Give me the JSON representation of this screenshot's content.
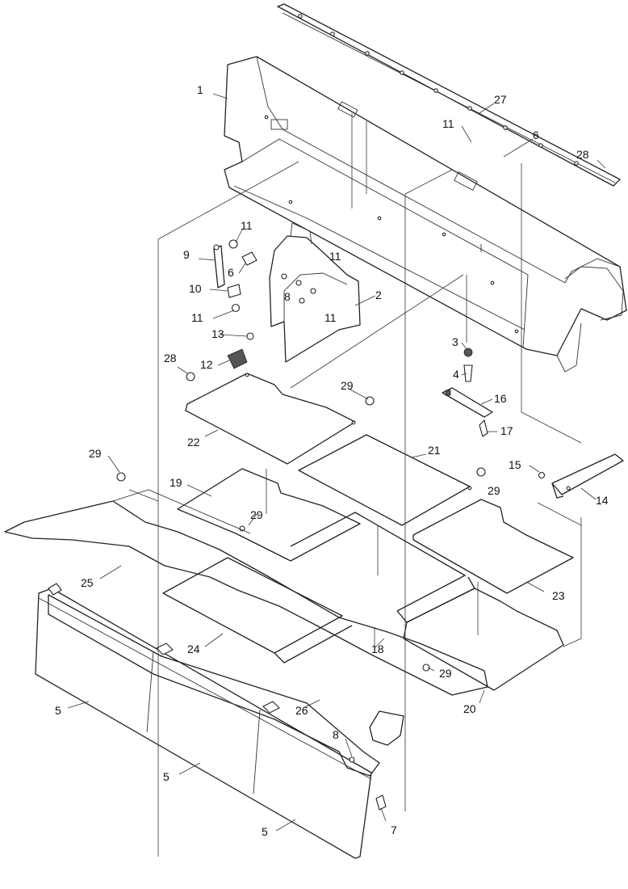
{
  "callouts": [
    {
      "id": "c1",
      "text": "1"
    },
    {
      "id": "c27",
      "text": "27"
    },
    {
      "id": "c11a",
      "text": "11"
    },
    {
      "id": "c6a",
      "text": "6"
    },
    {
      "id": "c28a",
      "text": "28"
    },
    {
      "id": "c11b",
      "text": "11"
    },
    {
      "id": "c9",
      "text": "9"
    },
    {
      "id": "c6b",
      "text": "6"
    },
    {
      "id": "c11c",
      "text": "11"
    },
    {
      "id": "c10",
      "text": "10"
    },
    {
      "id": "c8a",
      "text": "8"
    },
    {
      "id": "c2",
      "text": "2"
    },
    {
      "id": "c11d",
      "text": "11"
    },
    {
      "id": "c11e",
      "text": "11"
    },
    {
      "id": "c13",
      "text": "13"
    },
    {
      "id": "c3",
      "text": "3"
    },
    {
      "id": "c12",
      "text": "12"
    },
    {
      "id": "c28b",
      "text": "28"
    },
    {
      "id": "c4",
      "text": "4"
    },
    {
      "id": "c29a",
      "text": "29"
    },
    {
      "id": "c16",
      "text": "16"
    },
    {
      "id": "c17",
      "text": "17"
    },
    {
      "id": "c22",
      "text": "22"
    },
    {
      "id": "c21",
      "text": "21"
    },
    {
      "id": "c29b",
      "text": "29"
    },
    {
      "id": "c15",
      "text": "15"
    },
    {
      "id": "c19",
      "text": "19"
    },
    {
      "id": "c29c",
      "text": "29"
    },
    {
      "id": "c14",
      "text": "14"
    },
    {
      "id": "c29d",
      "text": "29"
    },
    {
      "id": "c25",
      "text": "25"
    },
    {
      "id": "c23",
      "text": "23"
    },
    {
      "id": "c24",
      "text": "24"
    },
    {
      "id": "c18",
      "text": "18"
    },
    {
      "id": "c29e",
      "text": "29"
    },
    {
      "id": "c20",
      "text": "20"
    },
    {
      "id": "c5a",
      "text": "5"
    },
    {
      "id": "c26",
      "text": "26"
    },
    {
      "id": "c8b",
      "text": "8"
    },
    {
      "id": "c5b",
      "text": "5"
    },
    {
      "id": "c5c",
      "text": "5"
    },
    {
      "id": "c7",
      "text": "7"
    }
  ]
}
